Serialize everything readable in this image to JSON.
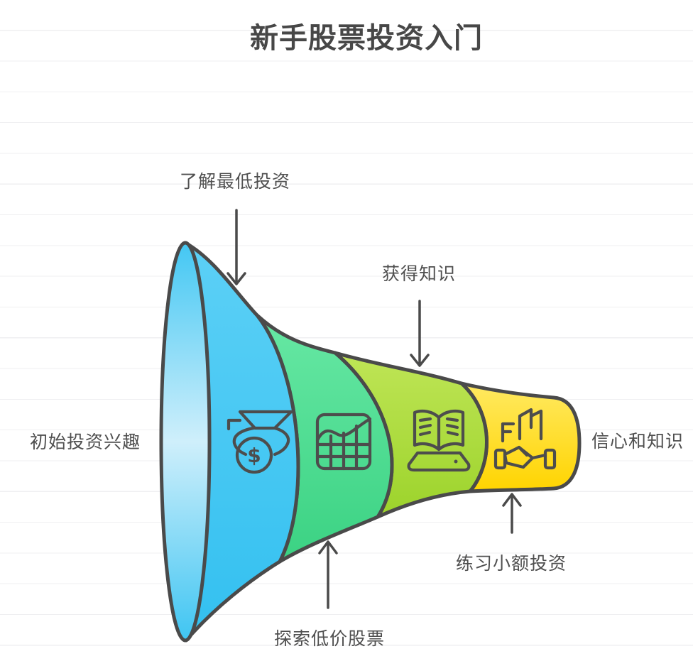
{
  "title": "新手股票投资入门",
  "funnel": {
    "input_label": "初始投资兴趣",
    "output_label": "信心和知识",
    "stages": [
      {
        "label": "了解最低投资",
        "icon": "money-bag-icon",
        "color": "#45C9F5",
        "annotation_side": "top"
      },
      {
        "label": "探索低价股票",
        "icon": "line-chart-icon",
        "color": "#4FDD95",
        "annotation_side": "bottom"
      },
      {
        "label": "获得知识",
        "icon": "open-book-icon",
        "color": "#AEDB3E",
        "annotation_side": "top"
      },
      {
        "label": "练习小额投资",
        "icon": "handshake-icon",
        "color": "#FFDD2F",
        "annotation_side": "bottom"
      }
    ]
  },
  "colors": {
    "outline": "#4a4a4a",
    "text": "#4f4f4f",
    "title_text": "#474747",
    "gridline": "#efeff1",
    "background": "#ffffff",
    "blue_top": "#5CD0F6",
    "blue_bottom": "#33C0F0",
    "green_top": "#67E8A4",
    "green_bottom": "#3BD283",
    "yellowgreen_top": "#BFE556",
    "yellowgreen_bottom": "#9CD32B",
    "yellow_top": "#FFE961",
    "yellow_bottom": "#FFD400"
  }
}
